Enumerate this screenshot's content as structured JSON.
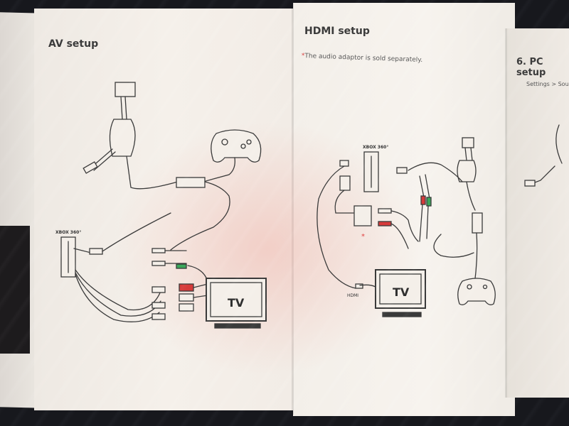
{
  "panels": {
    "av": {
      "heading": "AV setup",
      "console_label": "XBOX 360°",
      "tv_label": "TV"
    },
    "hdmi": {
      "heading": "HDMI setup",
      "note_star": "*",
      "note_text": "The audio adaptor is sold separately.",
      "console_label": "XBOX 360°",
      "hdmi_label": "HDMI",
      "tv_label": "TV",
      "adaptor_star": "*"
    },
    "pc": {
      "heading": "6. PC setup",
      "settings_text": "Settings > Sou"
    }
  },
  "colors": {
    "paper": "#f4efe9",
    "ink": "#3a3a3a",
    "accent_red": "#d63a3a",
    "accent_green": "#3aa65a"
  }
}
